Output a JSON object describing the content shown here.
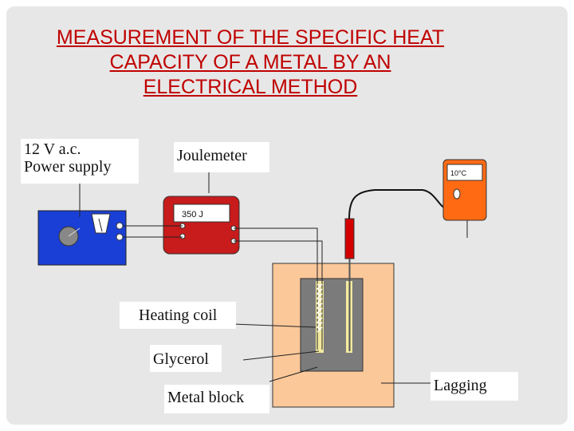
{
  "title": {
    "line1": "MEASUREMENT OF THE SPECIFIC HEAT",
    "line2": "CAPACITY OF A METAL BY AN",
    "line3": "ELECTRICAL METHOD"
  },
  "labels": {
    "power_line1": "12 V a.c.",
    "power_line2": "Power supply",
    "joulemeter": "Joulemeter",
    "heating_coil": "Heating coil",
    "glycerol": "Glycerol",
    "metal_block": "Metal block",
    "lagging": "Lagging"
  },
  "readouts": {
    "joulemeter": "350 J",
    "thermometer": "10°C"
  },
  "colors": {
    "title": "#c00000",
    "power_supply": "#1a3fd6",
    "joulemeter": "#c81b1b",
    "thermometer": "#ff6a13",
    "lagging": "#fbc89a",
    "metal_block": "#7b7b7b",
    "probe": "#d40000"
  }
}
